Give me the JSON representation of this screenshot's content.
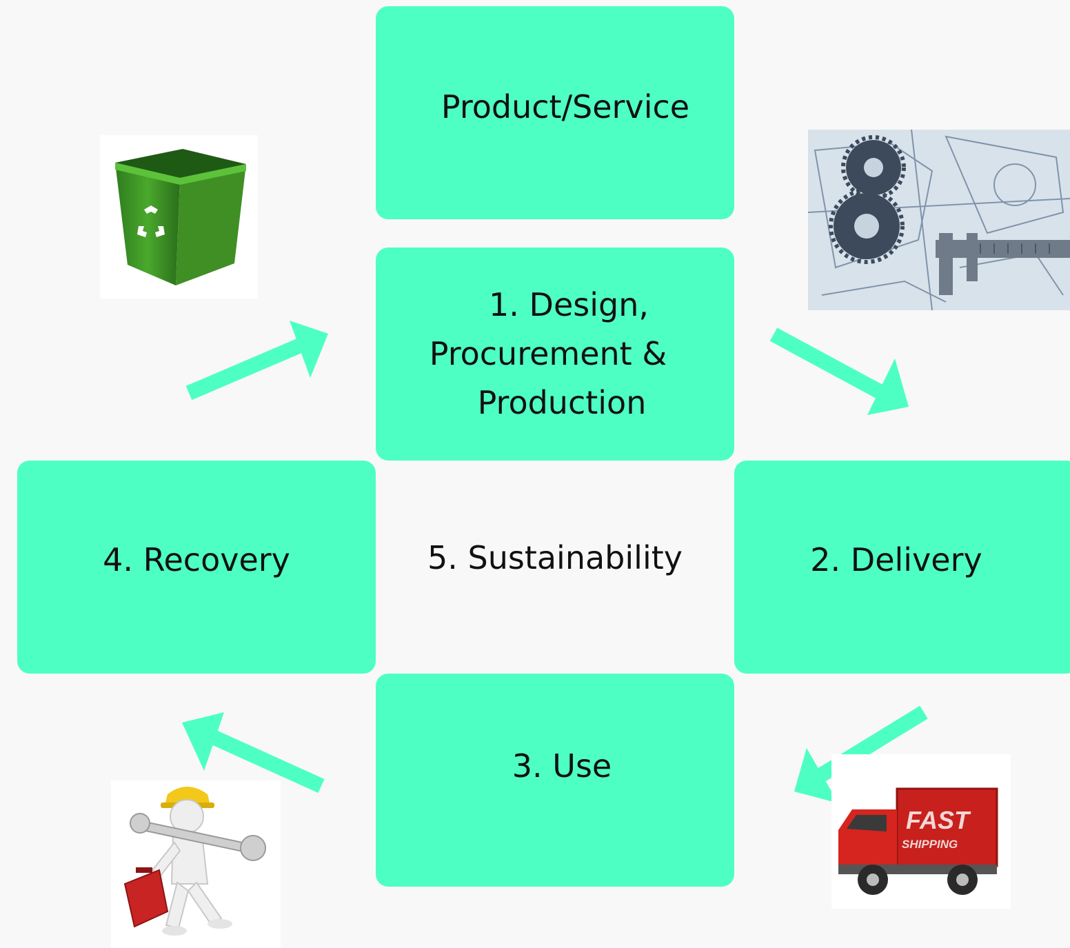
{
  "colors": {
    "box": "#4effc4",
    "arrow": "#4effc4",
    "background": "#f8f8f8",
    "text": "#111111"
  },
  "boxes": {
    "product": {
      "label": "Product/Service"
    },
    "design": {
      "lines": [
        "1. Design,",
        "Procurement &",
        "Production"
      ]
    },
    "delivery": {
      "label": "2. Delivery"
    },
    "use": {
      "label": "3. Use"
    },
    "recovery": {
      "label": "4. Recovery"
    }
  },
  "center": {
    "label": "5. Sustainability"
  },
  "images": {
    "recycle_bin": {
      "icon": "recycle-bin-icon"
    },
    "gears_blueprint": {
      "icon": "gears-blueprint-icon"
    },
    "truck": {
      "icon": "delivery-truck-icon",
      "text": [
        "FAST",
        "SHIPPING"
      ]
    },
    "worker": {
      "icon": "repair-worker-icon"
    }
  },
  "arrows": [
    {
      "name": "arrow-recovery-to-design",
      "direction": "up-right"
    },
    {
      "name": "arrow-design-to-delivery",
      "direction": "down-right"
    },
    {
      "name": "arrow-delivery-to-use",
      "direction": "down-left"
    },
    {
      "name": "arrow-use-to-recovery",
      "direction": "up-left"
    }
  ]
}
